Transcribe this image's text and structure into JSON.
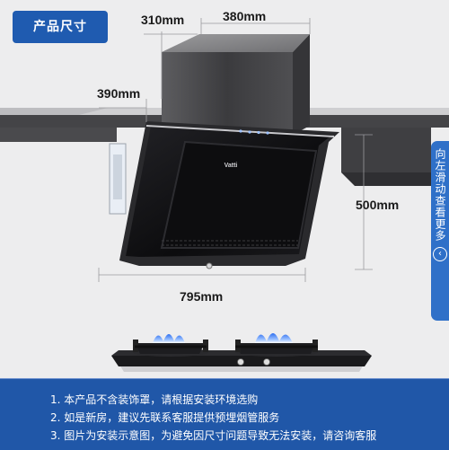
{
  "badge": {
    "label": "产品尺寸"
  },
  "dimensions": {
    "hood_depth": "310mm",
    "hood_width": "380mm",
    "panel_depth": "390mm",
    "height": "500mm",
    "width": "795mm"
  },
  "brand_mark": "Vatti",
  "side_tab": {
    "text": "向左滑动查看更多",
    "arrow": "‹"
  },
  "notes": [
    "1. 本产品不含装饰罩，请根据安装环境选购",
    "2. 如是新房，建议先联系客服提供预埋烟管服务",
    "3. 图片为安装示意图，为避免因尺寸问题导致无法安装，请咨询客服"
  ],
  "colors": {
    "accent": "#1f5bb0",
    "notes_bg": "#2057a8",
    "side_tab": "#2f70c8",
    "glass": "#111113",
    "flame": "#3e86ff"
  }
}
